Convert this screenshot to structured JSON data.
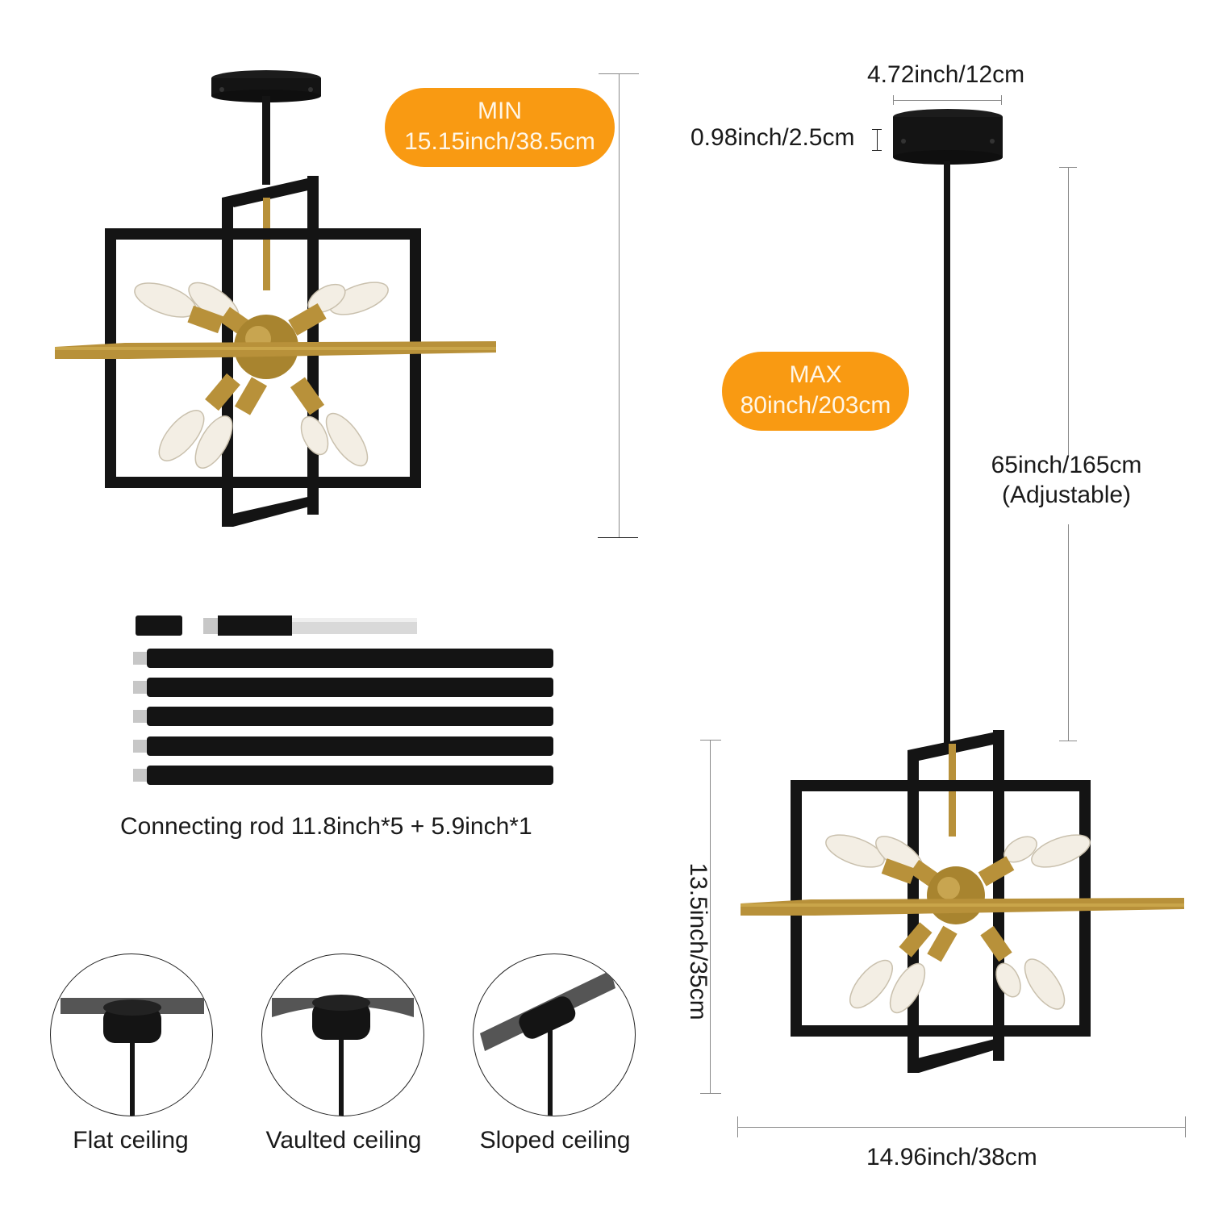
{
  "colors": {
    "accent_orange": "#f99a12",
    "pill_text": "#fff6e6",
    "fixture_black": "#141414",
    "fixture_gold": "#b8913a",
    "dimension_line": "#8a8a8a"
  },
  "left_fixture": {
    "type": "semi-flush-mount (minimum height)",
    "min_height_pill": {
      "title": "MIN",
      "value": "15.15inch/38.5cm"
    }
  },
  "right_fixture": {
    "type": "pendant (maximum height)",
    "canopy_width": "4.72inch/12cm",
    "canopy_height": "0.98inch/2.5cm",
    "max_height_pill": {
      "title": "MAX",
      "value": "80inch/203cm"
    },
    "rod_length": {
      "value": "65inch/165cm",
      "note": "(Adjustable)"
    },
    "body_height": "13.5inch/35cm",
    "body_width": "14.96inch/38cm"
  },
  "rods": {
    "caption": "Connecting rod 11.8inch*5 + 5.9inch*1",
    "long_rod_count": 5,
    "short_rod_count": 1
  },
  "ceiling_types": [
    {
      "label": "Flat ceiling",
      "icon": "flat-ceiling-icon"
    },
    {
      "label": "Vaulted ceiling",
      "icon": "vaulted-ceiling-icon"
    },
    {
      "label": "Sloped ceiling",
      "icon": "sloped-ceiling-icon"
    }
  ]
}
